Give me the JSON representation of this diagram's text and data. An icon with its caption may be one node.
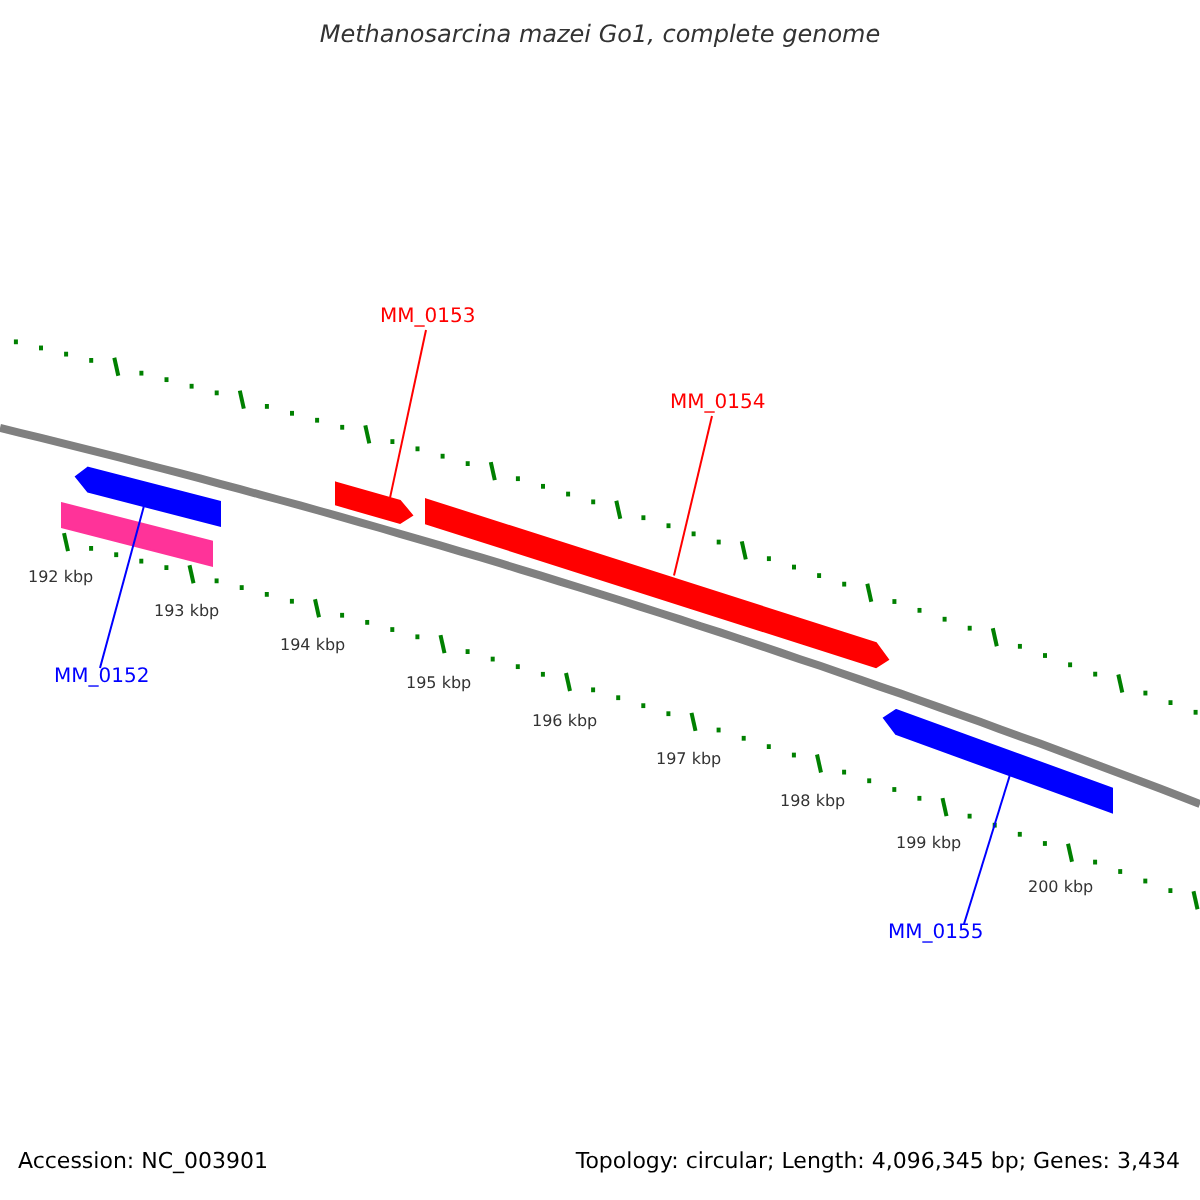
{
  "diagram": {
    "title": "Methanosarcina mazei Go1, complete genome",
    "nodes": [
      {
        "text": [
          "MM_0153"
        ]
      },
      {
        "text": [
          "MM_0154"
        ]
      },
      {
        "text": [],
        "shape": "bar"
      },
      {
        "text": [],
        "shape": "bar"
      },
      {
        "text": [],
        "shape": "bar"
      },
      {
        "text": [],
        "shape": "bar"
      },
      {
        "text": [
          "MM_0152"
        ]
      },
      {
        "text": [],
        "shape": "bar"
      },
      {
        "text": [
          "MM_0155"
        ]
      }
    ],
    "edges": [
      {
        "from": 0,
        "to": 4,
        "arrow": "none",
        "color": "#ff0000"
      },
      {
        "from": 1,
        "to": 5,
        "arrow": "none",
        "color": "#ff0000"
      },
      {
        "from": 6,
        "to": 2,
        "arrow": "none",
        "color": "#0000ff"
      },
      {
        "from": 8,
        "to": 7,
        "arrow": "none",
        "color": "#0000ff"
      }
    ],
    "labels": [
      "192 kbp",
      "193 kbp",
      "194 kbp",
      "195 kbp",
      "196 kbp",
      "197 kbp",
      "198 kbp",
      "199 kbp",
      "200 kbp",
      "Accession: NC_003901",
      "Topology: circular; Length: 4,096,345 bp; Genes: 3,434"
    ]
  }
}
